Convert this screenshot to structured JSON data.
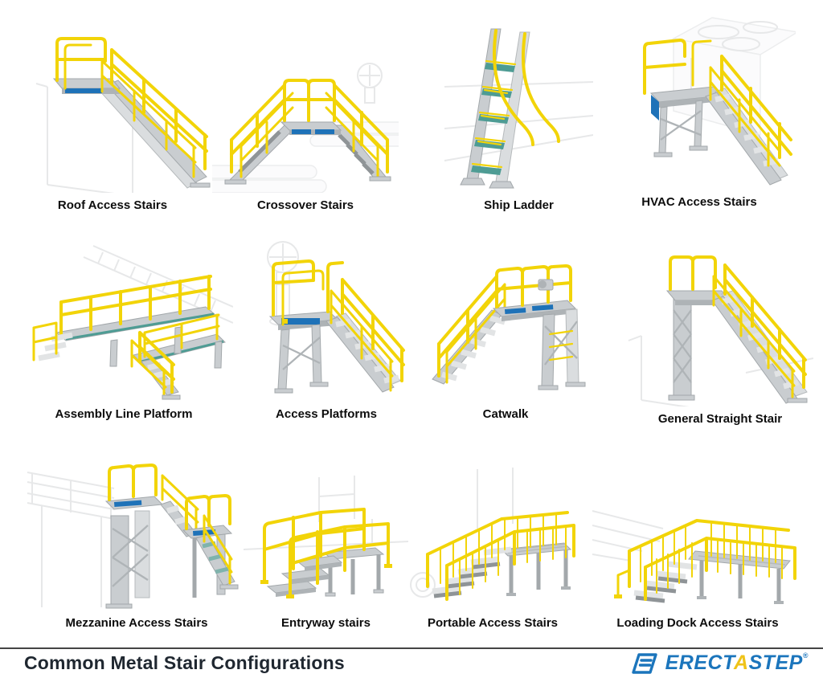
{
  "grid": {
    "items": [
      {
        "id": "roof-access-stairs",
        "label": "Roof Access Stairs"
      },
      {
        "id": "crossover-stairs",
        "label": "Crossover Stairs"
      },
      {
        "id": "ship-ladder",
        "label": "Ship Ladder"
      },
      {
        "id": "hvac-access-stairs",
        "label": "HVAC Access Stairs"
      },
      {
        "id": "assembly-line-platform",
        "label": "Assembly Line Platform"
      },
      {
        "id": "access-platforms",
        "label": "Access Platforms"
      },
      {
        "id": "catwalk",
        "label": "Catwalk"
      },
      {
        "id": "general-straight-stair",
        "label": "General Straight Stair"
      },
      {
        "id": "mezzanine-access-stairs",
        "label": "Mezzanine Access Stairs"
      },
      {
        "id": "entryway-stairs",
        "label": "Entryway stairs"
      },
      {
        "id": "portable-access-stairs",
        "label": "Portable Access Stairs"
      },
      {
        "id": "loading-dock-access-stairs",
        "label": "Loading Dock Access Stairs"
      }
    ]
  },
  "footer": {
    "title": "Common Metal Stair Configurations",
    "logo": {
      "part1": "ERECT",
      "part2": "A",
      "part3": "STEP",
      "registered": "®",
      "icon": "erectastep-e-icon"
    }
  },
  "colors": {
    "rail_yellow": "#F2D408",
    "steel_gray": "#C9CDD0",
    "steel_gray_dark": "#A3A8AB",
    "faint_background_gray": "#E7E8E9",
    "sign_blue": "#1E72B8",
    "tread_teal": "#4E9C94",
    "label_black": "#0D0D0D",
    "title_dark": "#1F2730",
    "logo_blue": "#1B75BC",
    "logo_yellow": "#EFC319",
    "divider_dark": "#454545"
  }
}
